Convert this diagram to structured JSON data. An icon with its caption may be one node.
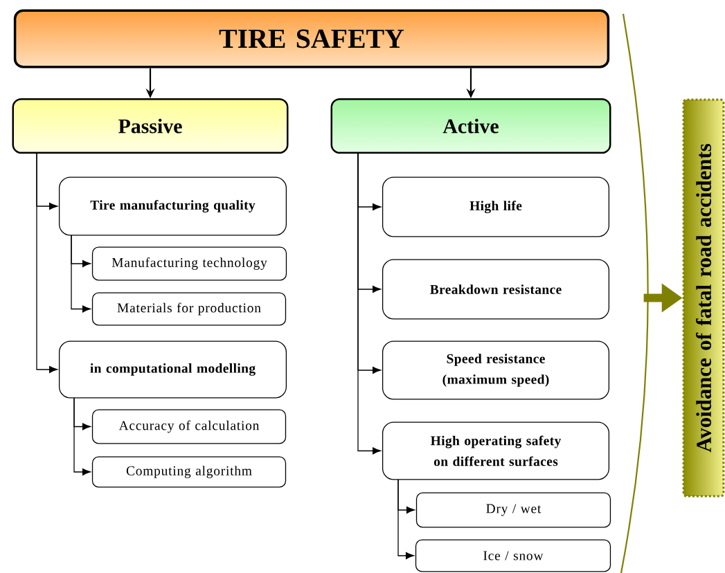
{
  "diagram": {
    "nodes": [
      {
        "text": [
          "TIRE SAFETY"
        ]
      },
      {
        "text": [
          "Passive"
        ]
      },
      {
        "text": [
          "Active"
        ]
      },
      {
        "text": [
          "Tire manufacturing quality"
        ]
      },
      {
        "text": [
          "Manufacturing technology"
        ]
      },
      {
        "text": [
          "Materials for production"
        ]
      },
      {
        "text": [
          "in computational modelling"
        ]
      },
      {
        "text": [
          "Accuracy of calculation"
        ]
      },
      {
        "text": [
          "Computing algorithm"
        ]
      },
      {
        "text": [
          "High life"
        ]
      },
      {
        "text": [
          "Breakdown resistance"
        ]
      },
      {
        "text": [
          "Speed resistance (maximum speed)"
        ]
      },
      {
        "text": [
          "High operating safety on different surfaces"
        ]
      },
      {
        "text": [
          "Dry / wet"
        ]
      },
      {
        "text": [
          "Ice / snow"
        ]
      },
      {
        "text": [
          "Avoidance of fatal road accidents"
        ]
      }
    ],
    "edges": [
      {
        "from": 0,
        "to": 1,
        "arrow": "to"
      },
      {
        "from": 0,
        "to": 2,
        "arrow": "to"
      },
      {
        "from": 1,
        "to": 3,
        "arrow": "to"
      },
      {
        "from": 1,
        "to": 6,
        "arrow": "to"
      },
      {
        "from": 3,
        "to": 4,
        "arrow": "to"
      },
      {
        "from": 3,
        "to": 5,
        "arrow": "to"
      },
      {
        "from": 6,
        "to": 7,
        "arrow": "to"
      },
      {
        "from": 6,
        "to": 8,
        "arrow": "to"
      },
      {
        "from": 2,
        "to": 9,
        "arrow": "to"
      },
      {
        "from": 2,
        "to": 10,
        "arrow": "to"
      },
      {
        "from": 2,
        "to": 11,
        "arrow": "to"
      },
      {
        "from": 2,
        "to": 12,
        "arrow": "to"
      },
      {
        "from": 12,
        "to": 13,
        "arrow": "to"
      },
      {
        "from": 12,
        "to": 14,
        "arrow": "to"
      },
      {
        "from": null,
        "to": 15,
        "arrow": "to",
        "style": "thick",
        "color": "#808000"
      }
    ]
  }
}
